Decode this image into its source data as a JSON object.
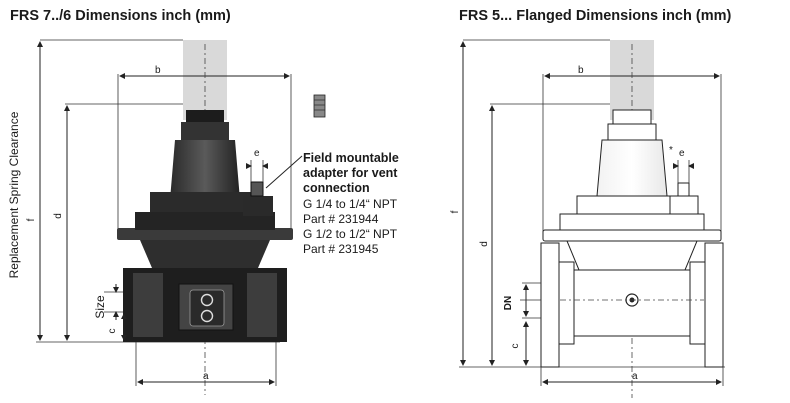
{
  "left": {
    "title": "FRS 7../6 Dimensions inch (mm)",
    "vertical_label": "Replacement Spring Clearance",
    "dims": {
      "a": "a",
      "b": "b",
      "c": "c",
      "d": "d",
      "e": "e",
      "f": "f",
      "size": "Size"
    },
    "note": {
      "heading_lines": [
        "Field mountable",
        "adapter for vent",
        "connection"
      ],
      "lines": [
        "G 1/4 to 1/4“ NPT",
        "Part # 231944",
        "G 1/2 to 1/2“ NPT",
        "Part # 231945"
      ]
    }
  },
  "right": {
    "title": "FRS 5... Flanged Dimensions inch (mm)",
    "dims": {
      "a": "a",
      "b": "b",
      "c": "c",
      "d": "d",
      "e": "e",
      "f": "f",
      "dn": "DN",
      "star": "*"
    }
  },
  "colors": {
    "line": "#222222",
    "spring_clearance": "#d9d9d9",
    "body_dark": "#1c1c1c",
    "body_mid": "#4a4a4a"
  }
}
